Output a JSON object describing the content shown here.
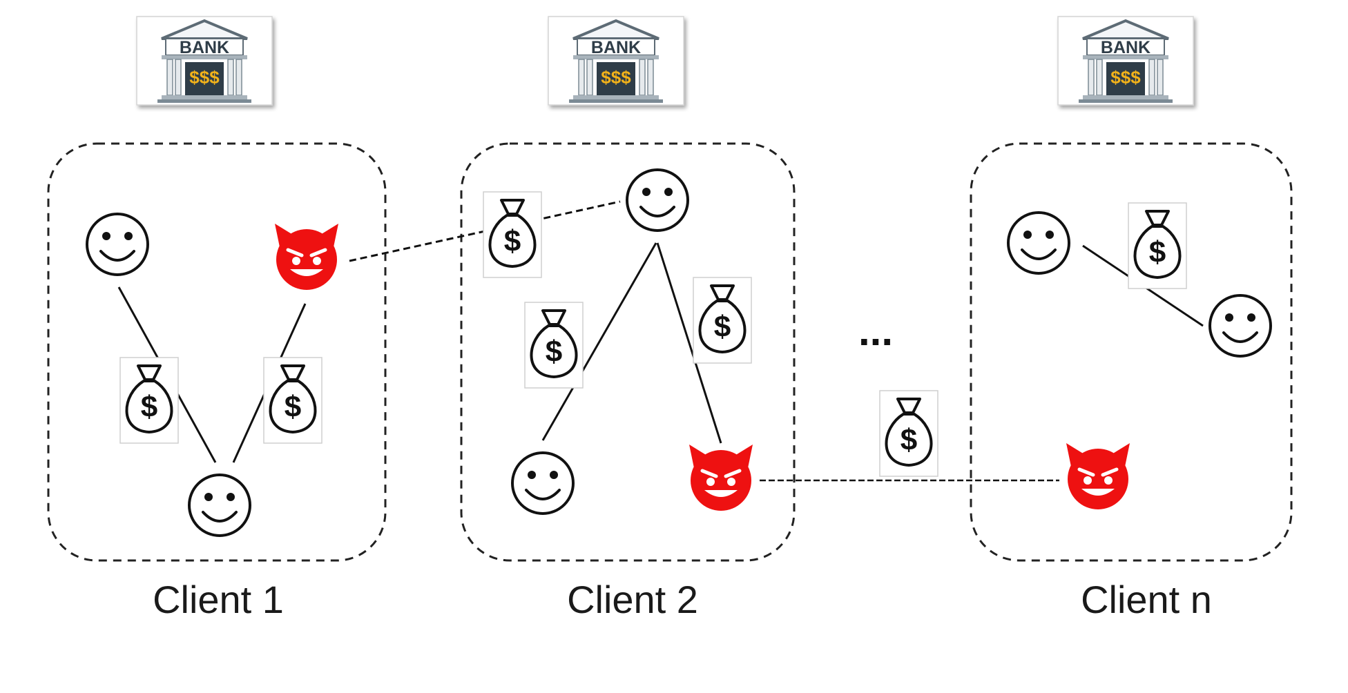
{
  "bank": {
    "label": "BANK",
    "money": "$$$"
  },
  "money_bag": {
    "symbol": "$"
  },
  "ellipsis": "...",
  "clients": [
    {
      "label": "Client 1"
    },
    {
      "label": "Client 2"
    },
    {
      "label": "Client n"
    }
  ],
  "colors": {
    "fraud": "#ee1111",
    "outline": "#111111",
    "bank_roof": "#6f7f8a",
    "bank_vault": "#2f3d48",
    "bank_money": "#f2b21a"
  },
  "icons": [
    "bank-icon",
    "smiley-face-icon",
    "devil-face-icon",
    "money-bag-icon"
  ]
}
